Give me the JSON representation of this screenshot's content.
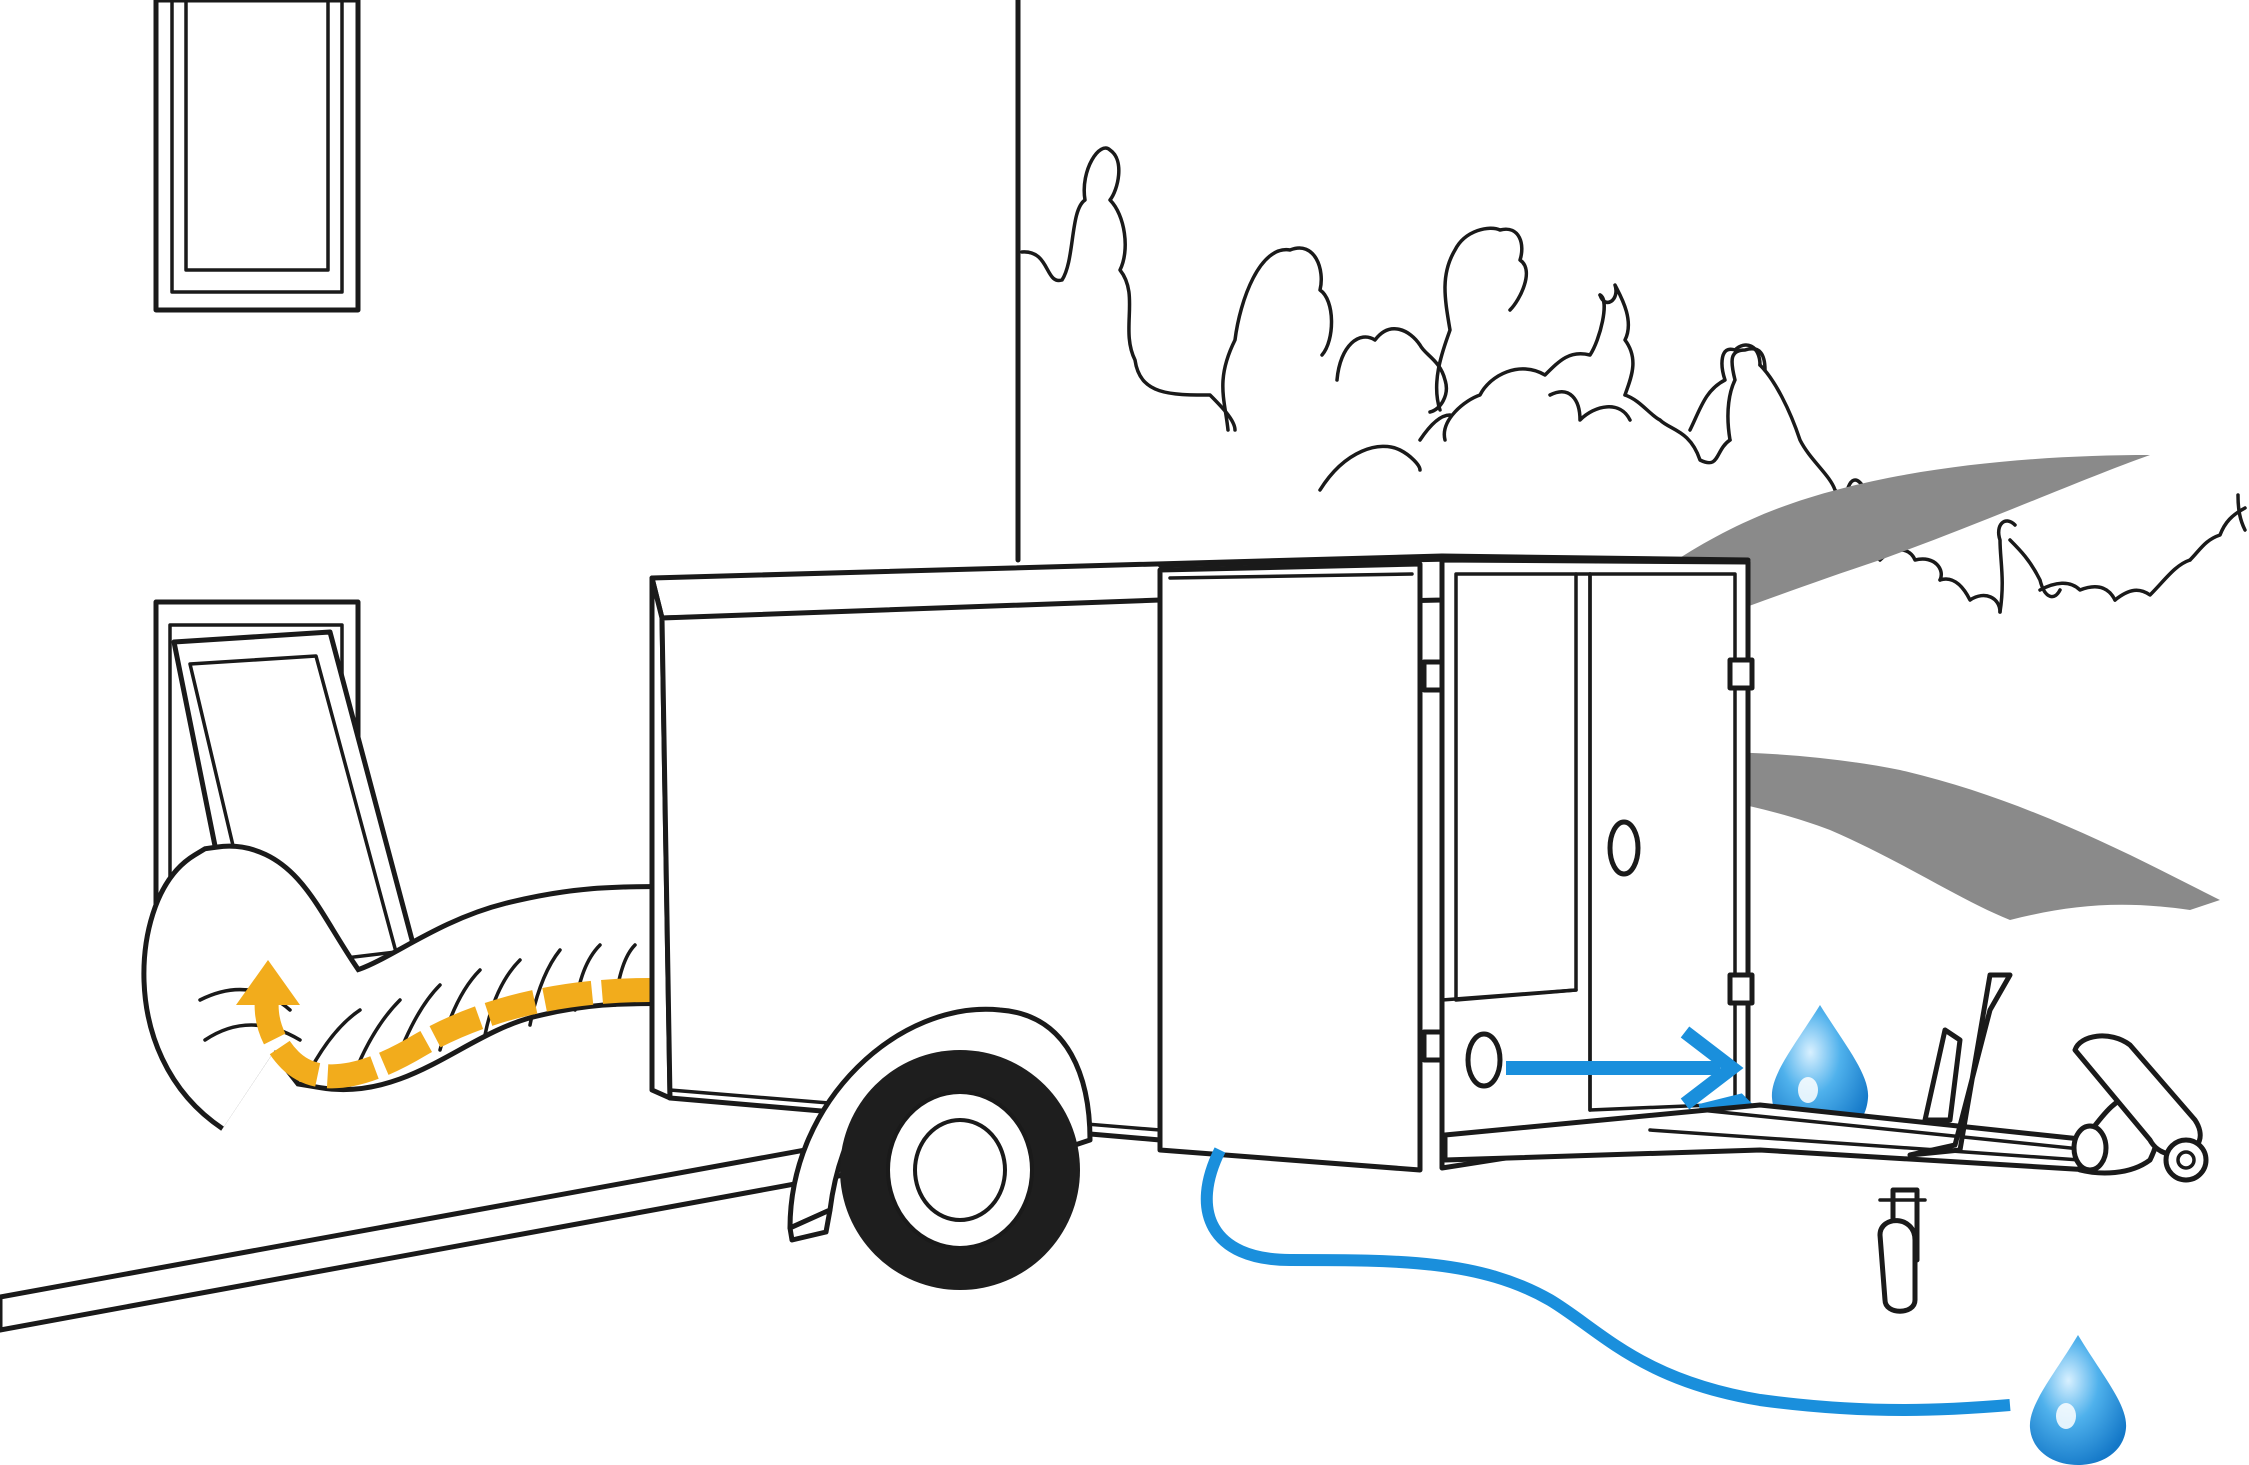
{
  "colors": {
    "line": "#1a1a1a",
    "background": "#ffffff",
    "warm_air": "#f2ac1c",
    "water": "#1a8fdc",
    "water_drop_light": "#a9dbf7",
    "intake_air": "#8a8a8a",
    "tyre": "#1e1e1e"
  },
  "diagram": {
    "elements": [
      "building-wall",
      "upper-window",
      "lower-window-open",
      "flexible-duct",
      "warm-air-arrow",
      "trailer-box",
      "trailer-door-open",
      "trailer-wheel",
      "drawbar-hitch",
      "jockey-wheel",
      "intake-air-arrows",
      "condensate-water-flow",
      "water-drops",
      "tree-line",
      "ground-lines"
    ]
  }
}
